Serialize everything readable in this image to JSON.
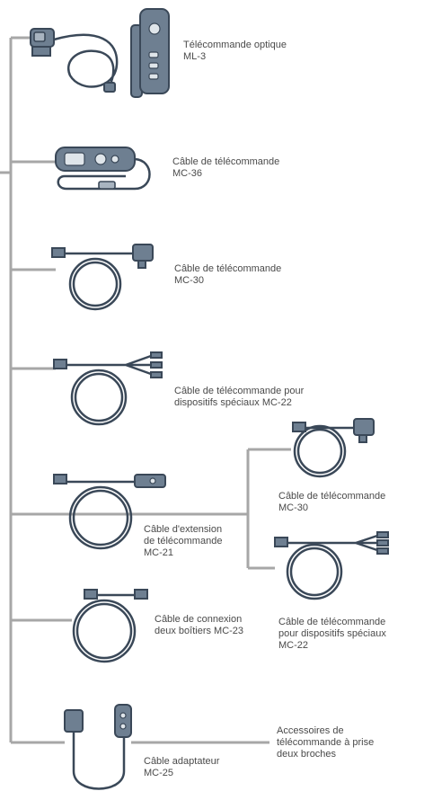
{
  "items": [
    {
      "label": "Télécommande optique\nML-3"
    },
    {
      "label": "Câble de télécommande\nMC-36"
    },
    {
      "label": "Câble de télécommande\nMC-30"
    },
    {
      "label": "Câble de télécommande pour\ndispositifs spéciaux MC-22"
    },
    {
      "label": "Câble de télécommande\nMC-30"
    },
    {
      "label": "Câble d'extension\nde télécommande\nMC-21"
    },
    {
      "label": "Câble de télécommande\npour dispositifs spéciaux\nMC-22"
    },
    {
      "label": "Câble de connexion\ndeux boîtiers MC-23"
    },
    {
      "label": "Câble adaptateur\nMC-25"
    },
    {
      "label": "Accessoires de\ntélécommande à prise\ndeux broches"
    }
  ],
  "colors": {
    "connector_line": "#a7a7a7",
    "device_body": "#6e7f91",
    "device_outline": "#3a4858"
  }
}
